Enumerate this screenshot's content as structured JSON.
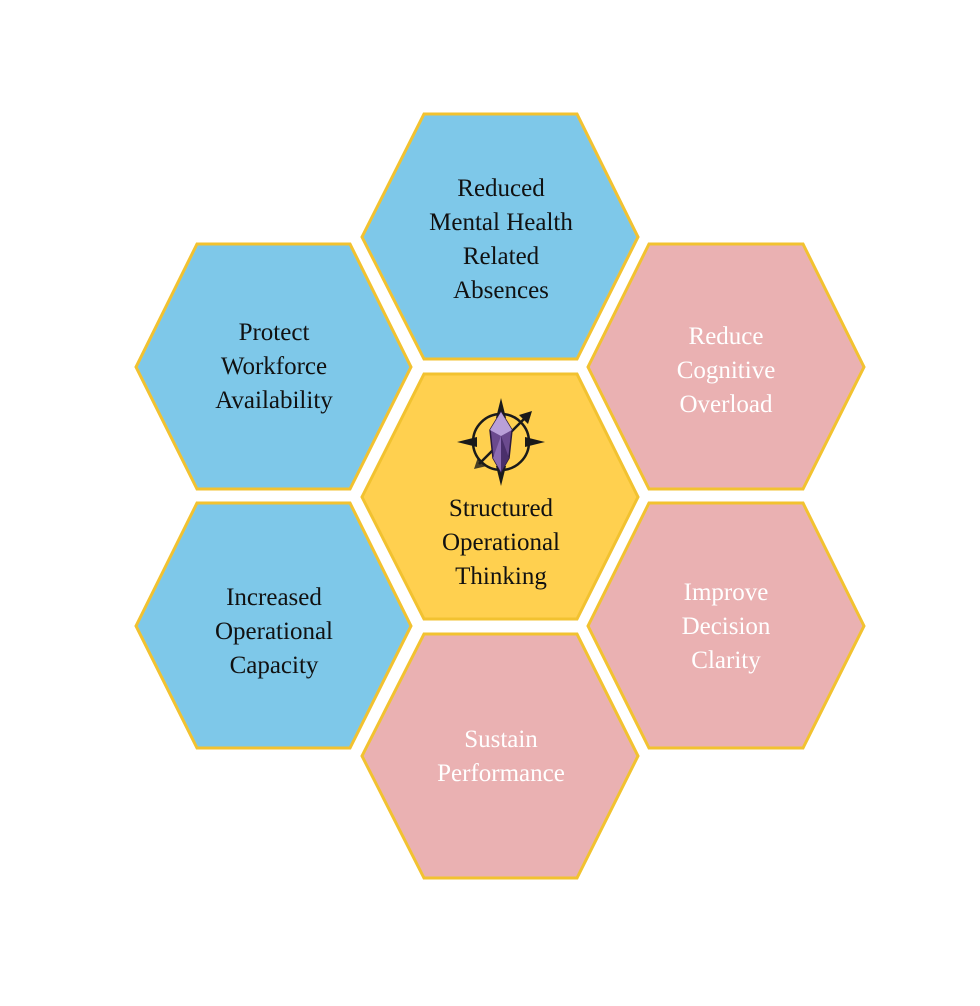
{
  "colors": {
    "blue": "#7EC8E9",
    "pink": "#EAB1B2",
    "gold": "#FFD04F",
    "border": "#F2C230"
  },
  "hexagons": {
    "top": {
      "lines": [
        "Reduced",
        "Mental Health",
        "Related",
        "Absences"
      ],
      "color": "blue"
    },
    "upper_left": {
      "lines": [
        "Protect",
        "Workforce",
        "Availability"
      ],
      "color": "blue"
    },
    "upper_right": {
      "lines": [
        "Reduce",
        "Cognitive",
        "Overload"
      ],
      "color": "pink"
    },
    "center": {
      "lines": [
        "Structured",
        "Operational",
        "Thinking"
      ],
      "color": "gold",
      "icon": "compass-crystal-icon"
    },
    "lower_left": {
      "lines": [
        "Increased",
        "Operational",
        "Capacity"
      ],
      "color": "blue"
    },
    "lower_right": {
      "lines": [
        "Improve",
        "Decision",
        "Clarity"
      ],
      "color": "pink"
    },
    "bottom": {
      "lines": [
        "Sustain",
        "Performance"
      ],
      "color": "pink"
    }
  }
}
